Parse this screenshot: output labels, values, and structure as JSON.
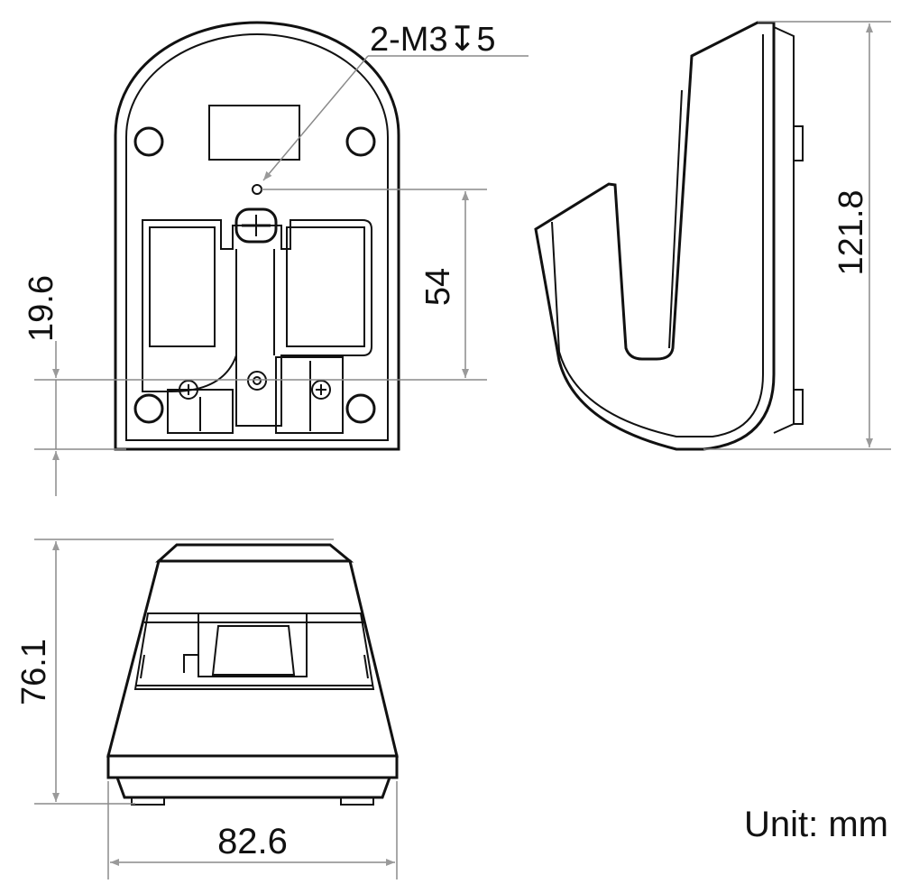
{
  "drawing": {
    "callout": "2-M3↧5",
    "dimensions": {
      "mount_spacing": "54",
      "bottom_offset": "19.6",
      "total_height": "121.8",
      "front_height": "76.1",
      "base_width": "82.6"
    },
    "unit": "Unit: mm",
    "colors": {
      "line": "#111111",
      "dim_line": "#8a8a8a",
      "arrow": "#9a9a9a"
    }
  }
}
